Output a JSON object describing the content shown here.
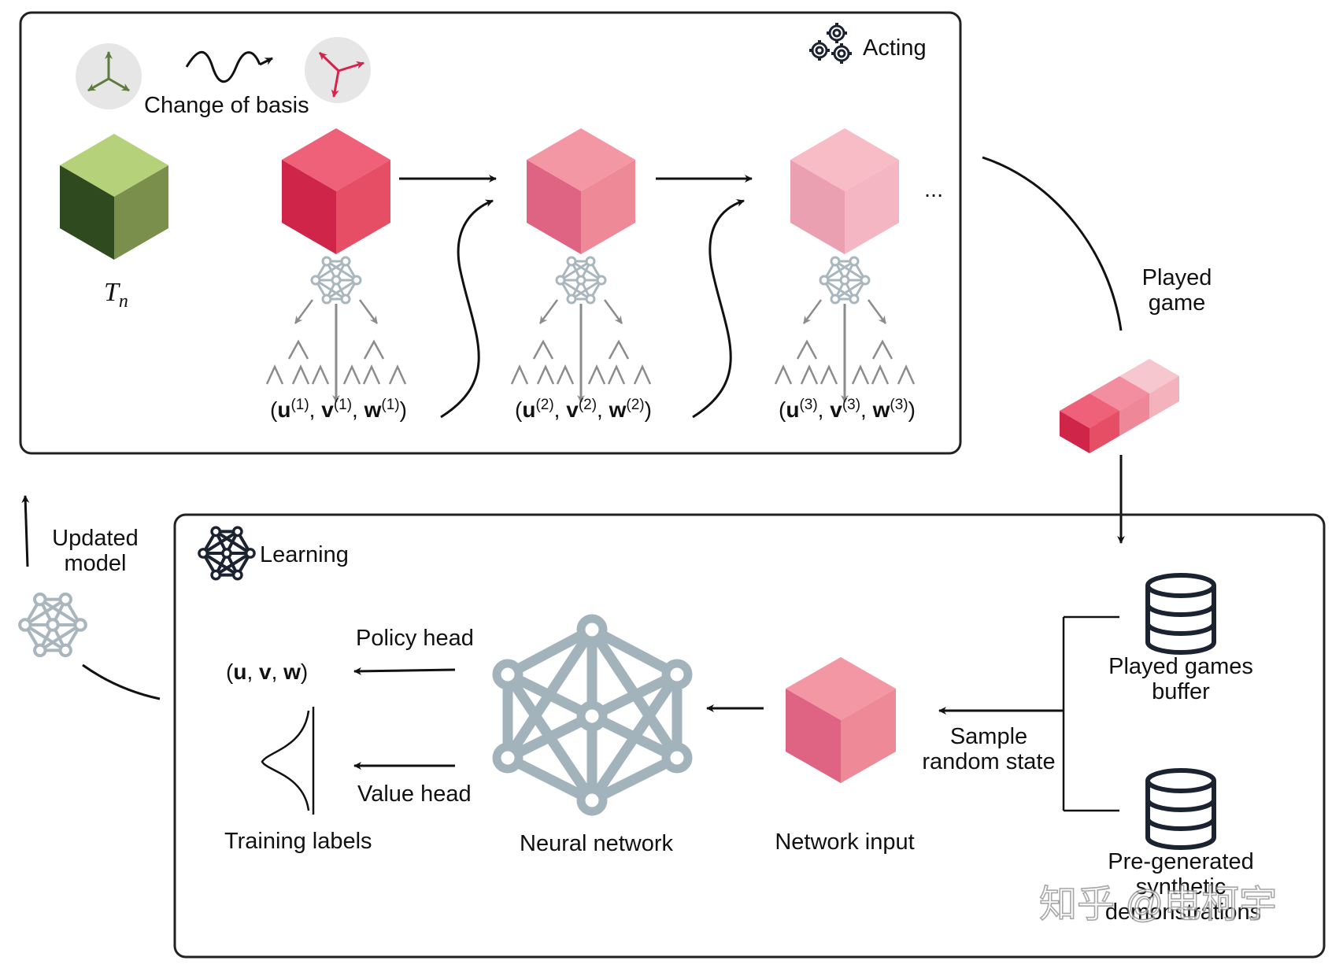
{
  "acting": {
    "title": "Acting",
    "change_of_basis": "Change of basis",
    "tensor_label": "T",
    "tensor_subscript": "n",
    "ellipsis": "...",
    "steps": [
      {
        "tuple_open": "(",
        "u": "u",
        "v": "v",
        "w": "w",
        "sup": "(1)",
        "sep": ", ",
        "tuple_close": ")"
      },
      {
        "tuple_open": "(",
        "u": "u",
        "v": "v",
        "w": "w",
        "sup": "(2)",
        "sep": ", ",
        "tuple_close": ")"
      },
      {
        "tuple_open": "(",
        "u": "u",
        "v": "v",
        "w": "w",
        "sup": "(3)",
        "sep": ", ",
        "tuple_close": ")"
      }
    ]
  },
  "played_game": {
    "line1": "Played",
    "line2": "game"
  },
  "updated_model": {
    "line1": "Updated",
    "line2": "model"
  },
  "learning": {
    "title": "Learning",
    "policy_head": "Policy head",
    "value_head": "Value head",
    "uvw_open": "(",
    "uvw_u": "u",
    "uvw_v": "v",
    "uvw_w": "w",
    "uvw_sep": ", ",
    "uvw_close": ")",
    "training_labels": "Training labels",
    "neural_network": "Neural network",
    "network_input": "Network input",
    "sample_line1": "Sample",
    "sample_line2": "random state",
    "buffer_line1": "Played games",
    "buffer_line2": "buffer",
    "pregen_line1": "Pre-generated",
    "pregen_line2": "synthetic",
    "pregen_line3": "demonstrations"
  },
  "watermark": "知乎 @电柯宇",
  "colors": {
    "green_top": "#b5d179",
    "green_left": "#2f4a1f",
    "green_right": "#7a8f4c",
    "red1_top": "#ee6179",
    "red1_left": "#cf2549",
    "red1_right": "#e54e64",
    "red2_top": "#f497a5",
    "red2_left": "#df6383",
    "red2_right": "#ee8a98",
    "red3_top": "#f7bcc6",
    "red3_left": "#eaa0b1",
    "red3_right": "#f4b6c2",
    "network_gray": "#9fb0b9",
    "arrow_dark": "#111111",
    "tree_gray": "#8c8c8c"
  }
}
